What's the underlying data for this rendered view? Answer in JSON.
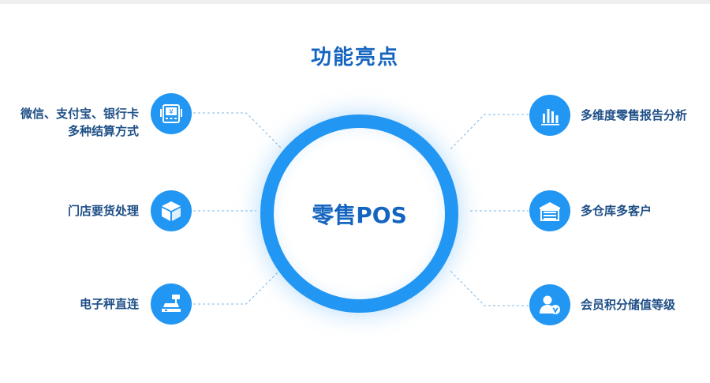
{
  "title": "功能亮点",
  "center": {
    "label": "零售POS"
  },
  "colors": {
    "primary": "#2196f3",
    "title": "#1565c0",
    "label": "#1e4f86"
  },
  "features": {
    "left": [
      {
        "lines": [
          "微信、支付宝、银行卡",
          "多种结算方式"
        ],
        "icon": "payment-terminal-icon"
      },
      {
        "lines": [
          "门店要货处理"
        ],
        "icon": "box-icon"
      },
      {
        "lines": [
          "电子秤直连"
        ],
        "icon": "scale-icon"
      }
    ],
    "right": [
      {
        "lines": [
          "多维度零售报告分析"
        ],
        "icon": "bar-chart-icon"
      },
      {
        "lines": [
          "多仓库多客户"
        ],
        "icon": "warehouse-icon"
      },
      {
        "lines": [
          "会员积分储值等级"
        ],
        "icon": "member-icon"
      }
    ]
  }
}
